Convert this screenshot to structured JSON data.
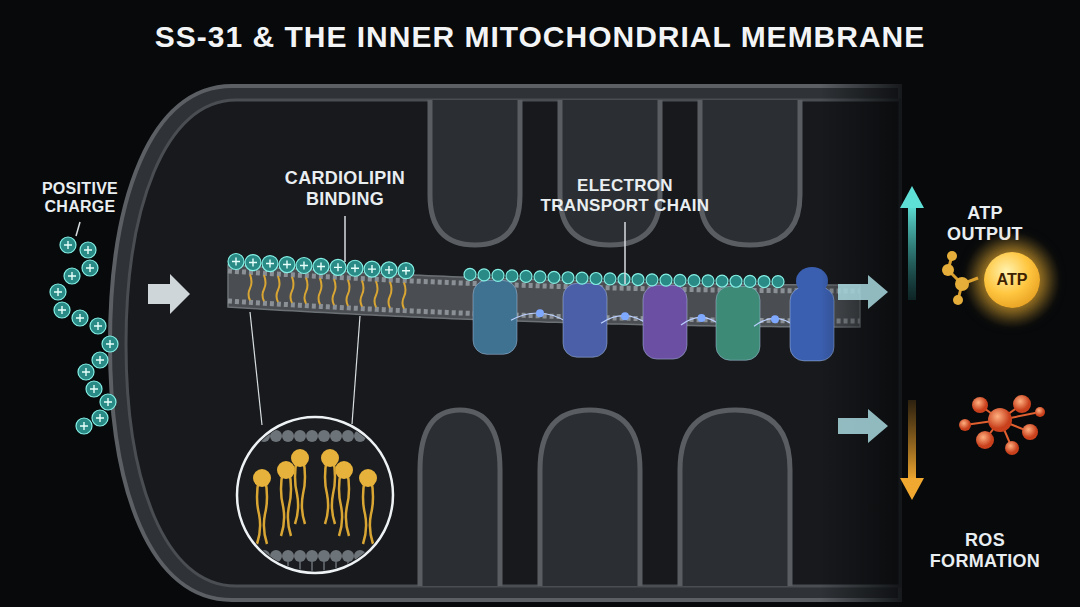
{
  "diagram": {
    "title": "SS-31 & THE INNER MITOCHONDRIAL MEMBRANE",
    "nodes": [
      {
        "text": [
          "ATP"
        ]
      }
    ],
    "labels": [
      "POSITIVE CHARGE",
      "CARDIOLIPIN BINDING",
      "ELECTRON TRANSPORT CHAIN",
      "ATP OUTPUT",
      "ROS FORMATION"
    ]
  }
}
